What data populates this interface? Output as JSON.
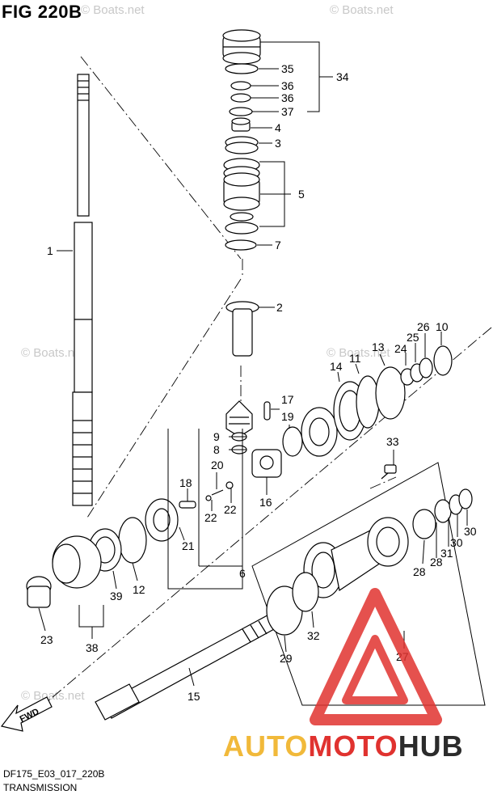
{
  "figure": {
    "title": "FIG 220B"
  },
  "watermarks": [
    "© Boats.net",
    "© Boats.net",
    "© Boats.net",
    "© Boats.net",
    "© Boats.net"
  ],
  "footer": {
    "code": "DF175_E03_017_220B",
    "title": "TRANSMISSION"
  },
  "brand": {
    "part1": "AUTO",
    "part2": "MOTO",
    "part3": "HUB",
    "colors": {
      "auto": "#f1b93a",
      "moto": "#e0322f",
      "hub": "#2b2b2b"
    }
  },
  "fwd_label": "FWD",
  "callouts": {
    "c1": "1",
    "c2": "2",
    "c3": "3",
    "c4": "4",
    "c5": "5",
    "c6": "6",
    "c7": "7",
    "c8": "8",
    "c9": "9",
    "c10": "10",
    "c11": "11",
    "c12": "12",
    "c13": "13",
    "c14": "14",
    "c15": "15",
    "c16": "16",
    "c17": "17",
    "c18": "18",
    "c19": "19",
    "c20": "20",
    "c21": "21",
    "c22a": "22",
    "c22b": "22",
    "c23": "23",
    "c24": "24",
    "c25": "25",
    "c26": "26",
    "c27": "27",
    "c28a": "28",
    "c28b": "28",
    "c29": "29",
    "c30a": "30",
    "c30b": "30",
    "c31": "31",
    "c32": "32",
    "c33": "33",
    "c34": "34",
    "c35": "35",
    "c36a": "36",
    "c36b": "36",
    "c37": "37",
    "c38": "38",
    "c39": "39"
  }
}
